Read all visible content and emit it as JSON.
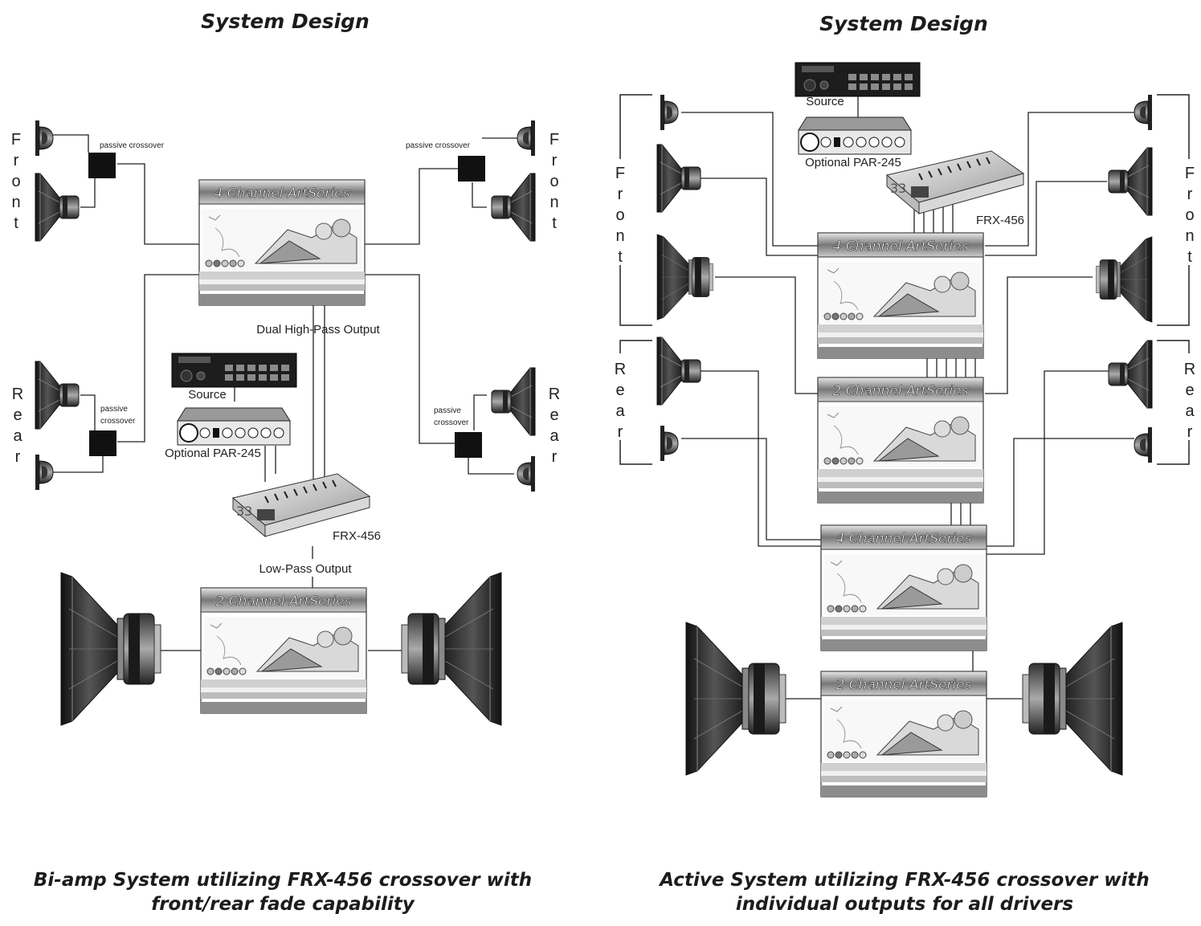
{
  "left": {
    "title": "System Design",
    "amp_top": "4 Channel ArtSeries",
    "amp_bottom": "2 Channel ArtSeries",
    "label_high": "Dual High-Pass Output",
    "label_low": "Low-Pass Output",
    "source": "Source",
    "par": "Optional PAR-245",
    "frx": "FRX-456",
    "passive_xover": "passive crossover",
    "passive": "passive",
    "crossover": "crossover",
    "front": "Front",
    "rear": "Rear",
    "caption_line1": "Bi-amp System utilizing FRX-456 crossover with",
    "caption_line2": "front/rear fade capability"
  },
  "right": {
    "title": "System Design",
    "amp1": "4 Channel ArtSeries",
    "amp2": "2 Channel ArtSeries",
    "amp3": "4 Channel ArtSeries",
    "amp4": "2 Channel ArtSeries",
    "source": "Source",
    "par": "Optional PAR-245",
    "frx": "FRX-456",
    "front": "Front",
    "rear": "Rear",
    "caption_line1": "Active System utilizing FRX-456 crossover with",
    "caption_line2": "individual outputs for all drivers"
  }
}
